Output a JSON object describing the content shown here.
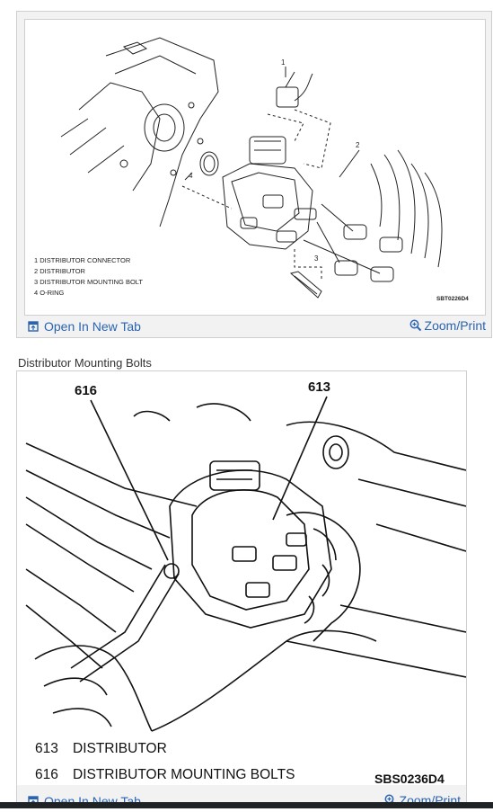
{
  "figure1": {
    "callouts": [
      "1",
      "2",
      "3",
      "4"
    ],
    "legend": [
      "1  DISTRIBUTOR CONNECTOR",
      "2  DISTRIBUTOR",
      "3  DISTRIBUTOR MOUNTING BOLT",
      "4  O-RING"
    ],
    "code": "SBT0226D4",
    "open_tab_label": "Open In New Tab",
    "zoom_label": "Zoom/Print"
  },
  "figure2": {
    "caption": "Distributor Mounting Bolts",
    "callouts": [
      "616",
      "613"
    ],
    "legend": [
      {
        "num": "613",
        "text": "DISTRIBUTOR"
      },
      {
        "num": "616",
        "text": "DISTRIBUTOR MOUNTING BOLTS"
      }
    ],
    "code": "SBS0236D4",
    "open_tab_label": "Open In New Tab",
    "zoom_label": "Zoom/Print"
  },
  "colors": {
    "link": "#2a64b0",
    "border": "#cfcfcf",
    "panel": "#f2f2f2"
  }
}
